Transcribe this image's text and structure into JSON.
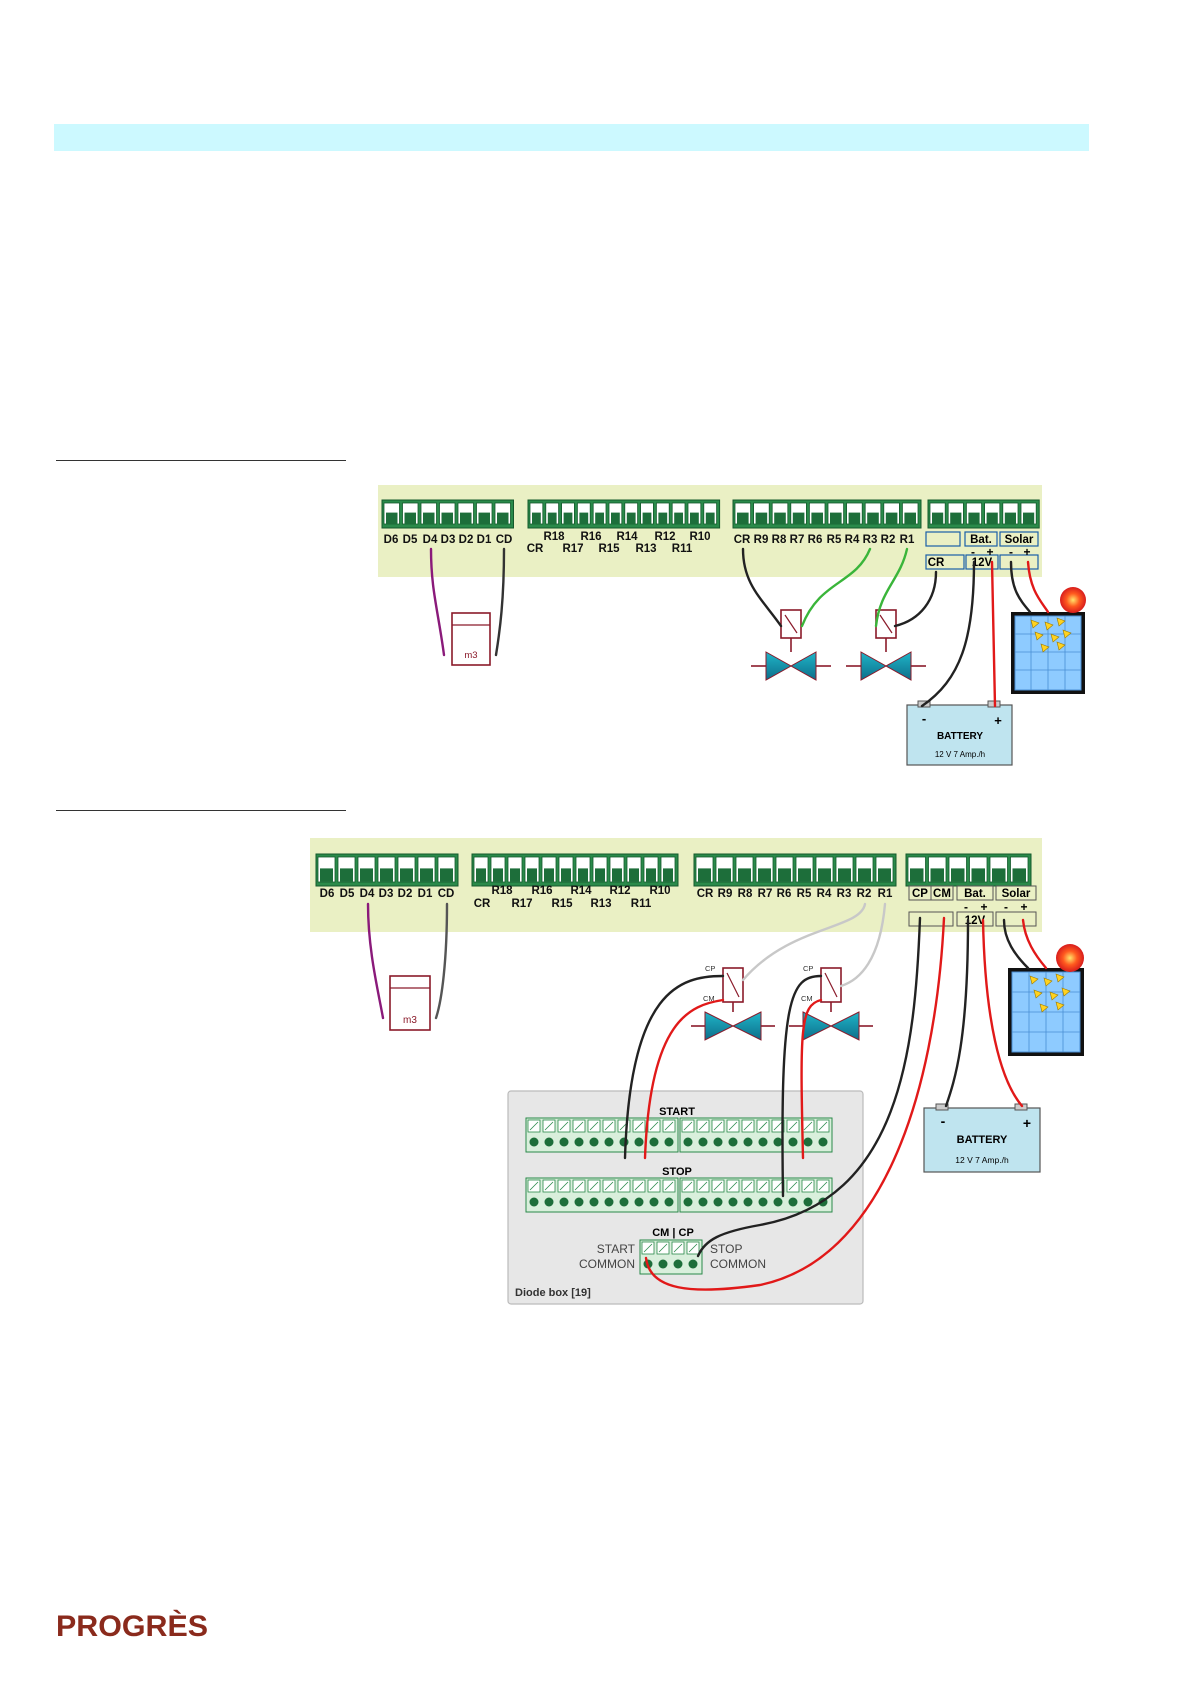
{
  "page": {
    "colors": {
      "header_band": "#ccf9ff",
      "panel": "#eaf0c4",
      "terminal": "#2a8a4a",
      "diode_box": "#e7e7e7"
    }
  },
  "diagram1": {
    "d_labels": [
      "D6",
      "D5",
      "D4",
      "D3",
      "D2",
      "D1",
      "CD"
    ],
    "r_top": [
      "R18",
      "R16",
      "R14",
      "R12",
      "R10"
    ],
    "r_bottom": [
      "CR",
      "R17",
      "R15",
      "R13",
      "R11"
    ],
    "r9_labels": [
      "CR",
      "R9",
      "R8",
      "R7",
      "R6",
      "R5",
      "R4",
      "R3",
      "R2",
      "R1"
    ],
    "cr_box": "CR",
    "bat_label": "Bat.",
    "solar_label": "Solar",
    "v_label": "12V",
    "minus": "-",
    "plus": "+",
    "meter_label": "m3",
    "battery_title": "BATTERY",
    "battery_spec": "12 V   7 Amp./h"
  },
  "diagram2": {
    "d_labels": [
      "D6",
      "D5",
      "D4",
      "D3",
      "D2",
      "D1",
      "CD"
    ],
    "r_top": [
      "R18",
      "R16",
      "R14",
      "R12",
      "R10"
    ],
    "r_bottom": [
      "CR",
      "R17",
      "R15",
      "R13",
      "R11"
    ],
    "r9_labels": [
      "CR",
      "R9",
      "R8",
      "R7",
      "R6",
      "R5",
      "R4",
      "R3",
      "R2",
      "R1"
    ],
    "cp_label": "CP",
    "cm_label": "CM",
    "bat_label": "Bat.",
    "solar_label": "Solar",
    "v_label": "12V",
    "minus": "-",
    "plus": "+",
    "meter_label": "m3",
    "valve_cp": "CP",
    "valve_cm": "CM",
    "battery_title": "BATTERY",
    "battery_spec": "12 V   7 Amp./h",
    "diode_box": {
      "start": "START",
      "stop": "STOP",
      "cm_cp": "CM | CP",
      "start_common_1": "START",
      "start_common_2": "COMMON",
      "stop_common_1": "STOP",
      "stop_common_2": "COMMON",
      "title": "Diode box [19]"
    }
  },
  "footer": {
    "logo_text": "PROGRÈS"
  }
}
